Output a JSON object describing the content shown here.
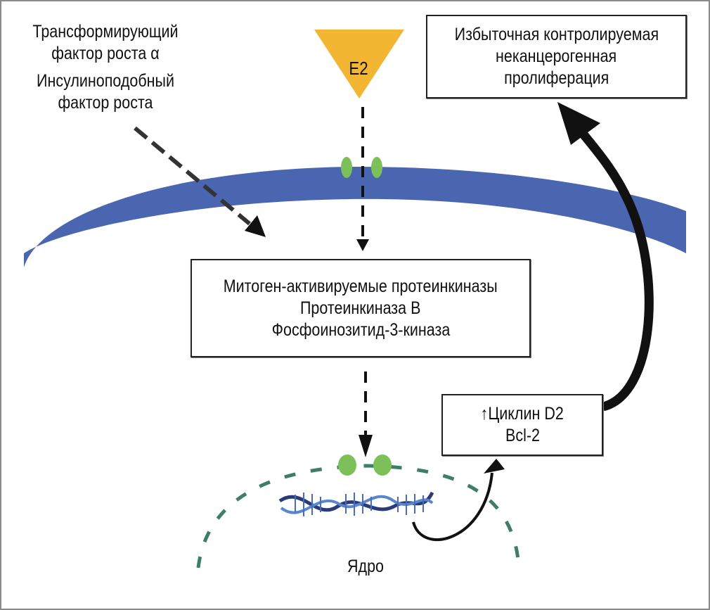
{
  "diagram": {
    "left_inputs": {
      "line1": "Трансформирующий",
      "line2": "фактор роста α",
      "line3": "Инсулиноподобный",
      "line4": "фактор роста"
    },
    "ligand": {
      "label": "E2",
      "color": "#F2B632"
    },
    "outcome_box": {
      "line1": "Избыточная контролируемая",
      "line2": "неканцерогенная",
      "line3": "пролиферация"
    },
    "kinase_box": {
      "line1": "Митоген-активируемые протеинкиназы",
      "line2": "Протеинкиназа В",
      "line3": "Фосфоинозитид-3-киназа"
    },
    "gene_box": {
      "line1": "↑Циклин D2",
      "line2": "Bcl-2"
    },
    "nucleus_label": "Ядро",
    "colors": {
      "membrane": "#4A66B0",
      "receptor": "#7DC05A",
      "nuclear_envelope": "#3E7D69",
      "dna_dark": "#2A3C78",
      "dna_light": "#5A86D0",
      "arrow": "#111111",
      "dashed_arrow": "#333333"
    }
  }
}
